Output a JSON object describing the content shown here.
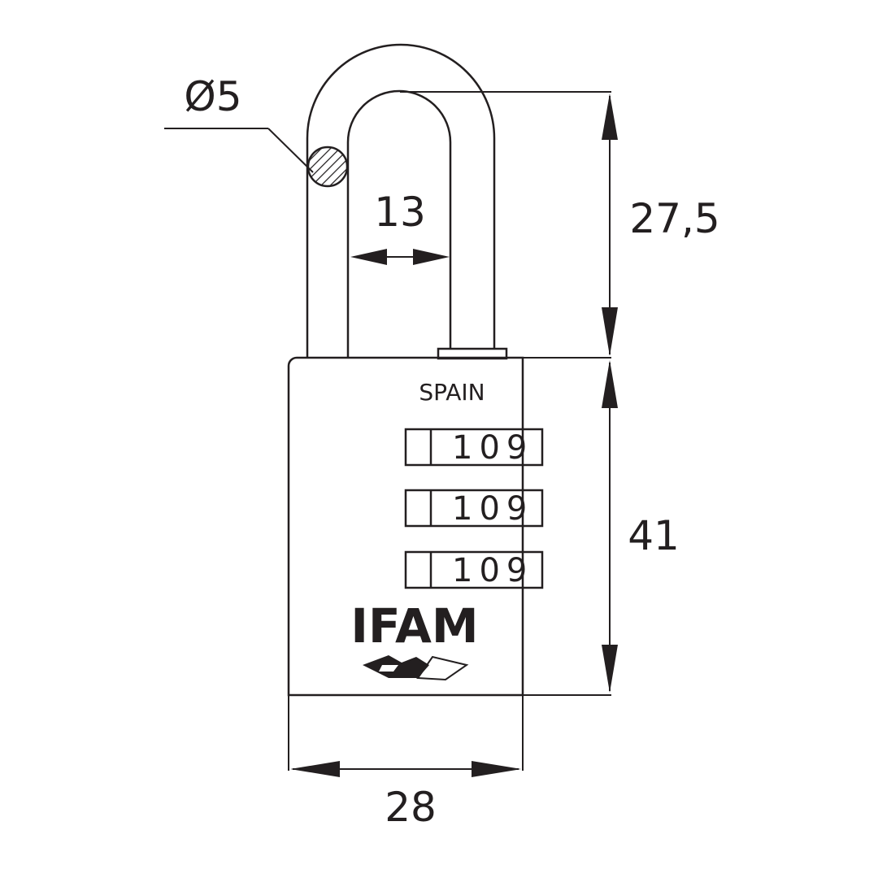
{
  "dimensions": {
    "shackle_diameter": "Ø5",
    "shackle_inner_width": "13",
    "shackle_clearance": "27,5",
    "body_height": "41",
    "body_width": "28"
  },
  "body": {
    "country_mark": "SPAIN",
    "brand": "IFAM",
    "dials": [
      {
        "digits": "109"
      },
      {
        "digits": "109"
      },
      {
        "digits": "109"
      }
    ]
  },
  "colors": {
    "line": "#231f20",
    "background": "#ffffff"
  }
}
